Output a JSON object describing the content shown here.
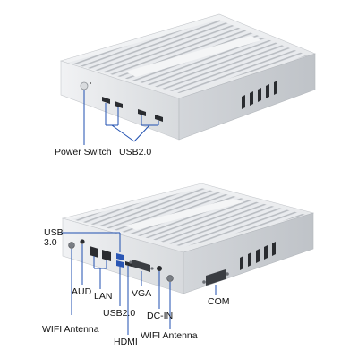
{
  "top_unit": {
    "labels": {
      "power_switch": "Power Switch",
      "usb2": "USB2.0"
    }
  },
  "bottom_unit": {
    "labels": {
      "usb3_line1": "USB",
      "usb3_line2": "3.0",
      "aud": "AUD",
      "lan": "LAN",
      "vga": "VGA",
      "com": "COM",
      "wifi_antenna_left": "WIFI Antenna",
      "usb2": "USB2.0",
      "dc_in": "DC-IN",
      "hdmi": "HDMI",
      "wifi_antenna_right": "WIFI Antenna"
    }
  },
  "colors": {
    "chassis_light": "#eef0f2",
    "chassis_mid": "#d4d7db",
    "chassis_dark": "#b4b8bd",
    "port_dark": "#2a2c30",
    "usb3_blue": "#2a56b4",
    "leader_line": "#1f4fb0"
  }
}
